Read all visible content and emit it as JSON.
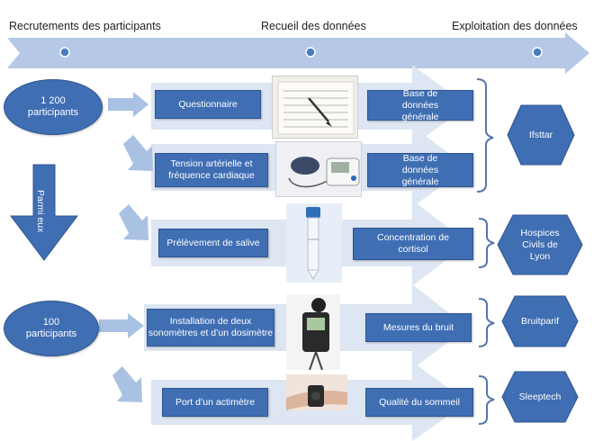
{
  "phases": [
    "Recrutements des participants",
    "Recueil des données",
    "Exploitation des données"
  ],
  "groups": {
    "large": "1 200 participants",
    "small": "100 participants",
    "subset_label": "Parmi eux"
  },
  "rows": [
    {
      "collection": "Questionnaire",
      "photo": "questionnaire-photo",
      "outcome": "Base de données générale",
      "institution": "Ifsttar"
    },
    {
      "collection": "Tension artérielle et fréquence cardiaque",
      "photo": "blood-pressure-monitor-photo",
      "outcome": "Base de données générale",
      "institution": "Ifsttar"
    },
    {
      "collection": "Prélèvement de salive",
      "photo": "saliva-tube-photo",
      "outcome": "Concentration de cortisol",
      "institution": "Hospices Civils de Lyon"
    },
    {
      "collection": "Installation de deux sonomètres et d’un dosimètre",
      "photo": "sound-level-meter-photo",
      "outcome": "Mesures du bruit",
      "institution": "Bruitparif"
    },
    {
      "collection": "Port d’un actimètre",
      "photo": "actimeter-photo",
      "outcome": "Qualité du sommeil",
      "institution": "Sleeptech"
    }
  ],
  "institutions": [
    "Ifsttar",
    "Hospices Civils de Lyon",
    "Bruitparif",
    "Sleeptech"
  ],
  "colors": {
    "box": "#3f6eb3",
    "light_arrow": "#a9c1e2",
    "timeline": "#b5c8e6",
    "dot": "#4a7cc1",
    "bracket": "#5576ab"
  }
}
